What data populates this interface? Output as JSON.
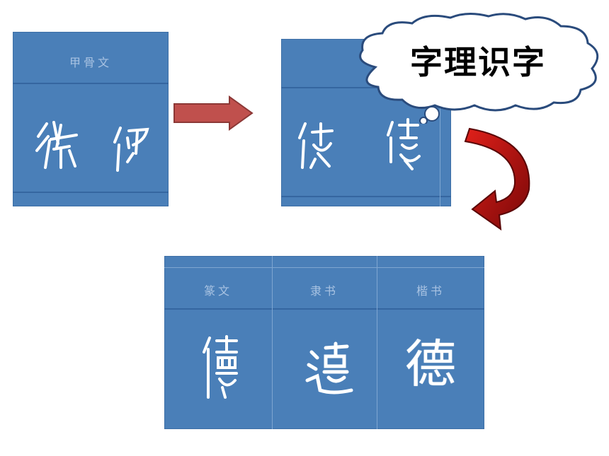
{
  "panel1": {
    "header": "甲骨文",
    "glyphs": [
      "",
      ""
    ]
  },
  "panel2": {
    "glyphs": [
      "",
      ""
    ]
  },
  "bubble": {
    "text": "字理识字"
  },
  "panel3": {
    "columns": [
      {
        "header": "篆文",
        "glyph": ""
      },
      {
        "header": "隶书",
        "glyph": ""
      },
      {
        "header": "楷书",
        "glyph": "德"
      }
    ]
  },
  "colors": {
    "panel": "#4a7fb8",
    "arrow": "#c0504d",
    "curved_arrow": "#b01010"
  }
}
